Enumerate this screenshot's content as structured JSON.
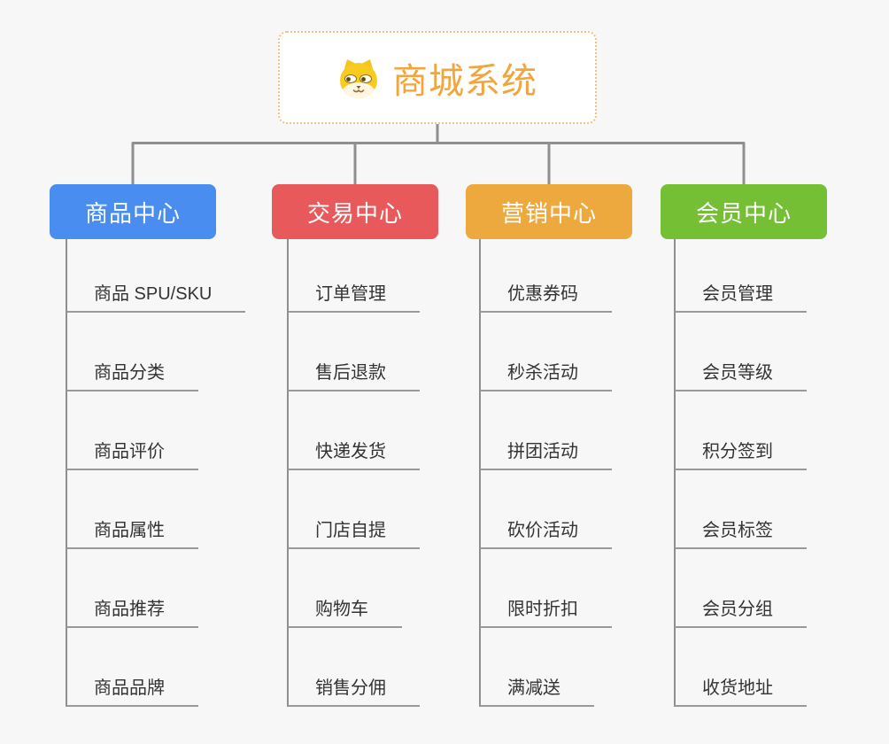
{
  "root": {
    "title": "商城系统",
    "icon": "dog-face-icon"
  },
  "branches": [
    {
      "label": "商品中心",
      "color": "#4a8df0",
      "items": [
        "商品 SPU/SKU",
        "商品分类",
        "商品评价",
        "商品属性",
        "商品推荐",
        "商品品牌"
      ]
    },
    {
      "label": "交易中心",
      "color": "#e8595b",
      "items": [
        "订单管理",
        "售后退款",
        "快递发货",
        "门店自提",
        "购物车",
        "销售分佣"
      ]
    },
    {
      "label": "营销中心",
      "color": "#eea93e",
      "items": [
        "优惠券码",
        "秒杀活动",
        "拼团活动",
        "砍价活动",
        "限时折扣",
        "满减送"
      ]
    },
    {
      "label": "会员中心",
      "color": "#74bf34",
      "items": [
        "会员管理",
        "会员等级",
        "积分签到",
        "会员标签",
        "会员分组",
        "收货地址"
      ]
    }
  ],
  "colors": {
    "background": "#f7f7f7",
    "connector": "#8f8f8f",
    "underline": "#999999",
    "leaf_text": "#333333",
    "root_text": "#f2a43d",
    "root_border": "#f3c27e"
  }
}
